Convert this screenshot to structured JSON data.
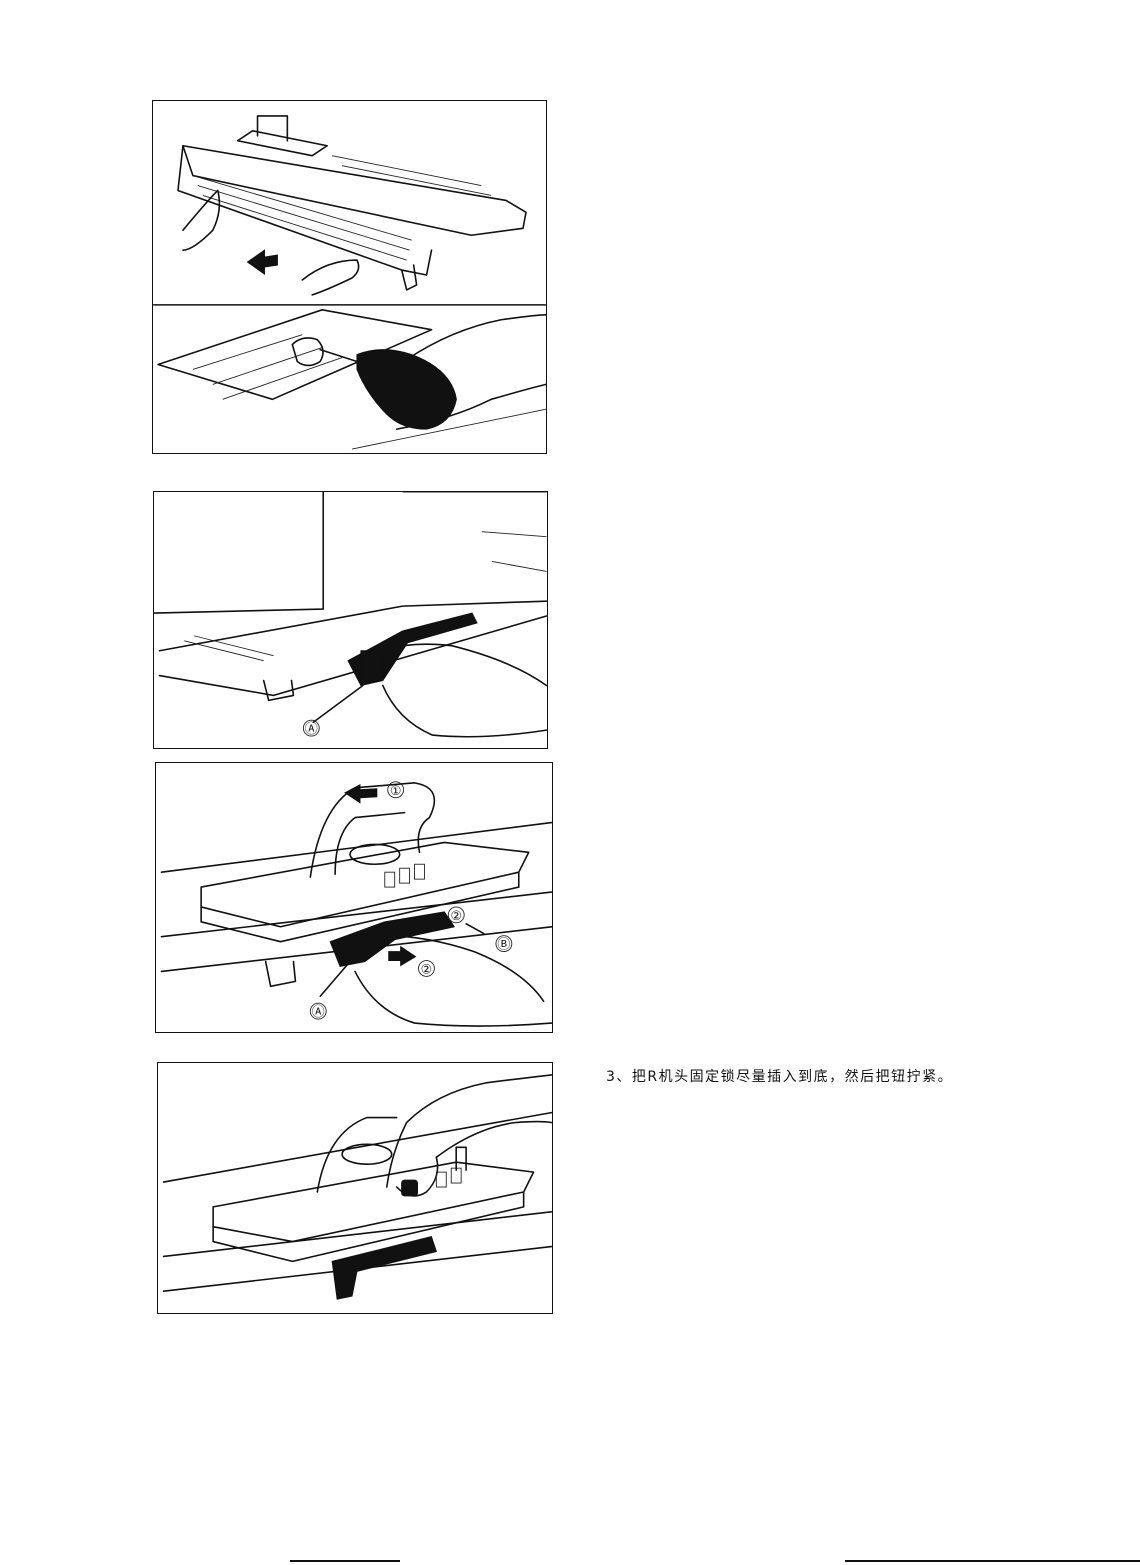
{
  "figures": [
    {
      "id": "fig1",
      "labels": []
    },
    {
      "id": "fig2",
      "labels": [
        "Ⓐ"
      ]
    },
    {
      "id": "fig3",
      "labels": [
        "①",
        "②",
        "②",
        "Ⓑ",
        "Ⓐ"
      ]
    },
    {
      "id": "fig4",
      "labels": []
    }
  ],
  "step3": {
    "text": "3、把R机头固定锁尽量插入到底，然后把钮拧紧。"
  }
}
